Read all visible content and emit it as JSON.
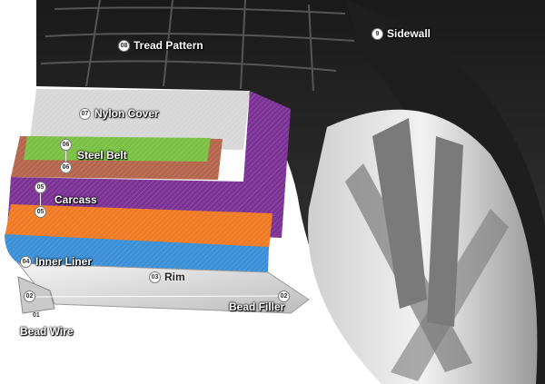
{
  "labels": {
    "tread_pattern": {
      "num": "08",
      "text": "Tread Pattern"
    },
    "sidewall": {
      "num": "9",
      "text": "Sidewall"
    },
    "nylon_cover": {
      "num": "07",
      "text": "Nylon Cover"
    },
    "steel_belt": {
      "num_top": "06",
      "num_bottom": "06",
      "text": "Steel Belt"
    },
    "carcass": {
      "num_top": "05",
      "num_bottom": "05",
      "text": "Carcass"
    },
    "inner_liner": {
      "num": "04",
      "text": "Inner Liner"
    },
    "rim": {
      "num": "03",
      "text": "Rim"
    },
    "bead_filler": {
      "num": "02",
      "text": "Bead Filler"
    },
    "bead_wire": {
      "num_02": "02",
      "num_01": "01",
      "text": "Bead Wire"
    }
  },
  "colors": {
    "tread": "#2b2b2b",
    "nylon_cover": "#d7d7d7",
    "steel_belt_green": "#7ac143",
    "steel_belt_brown": "#b5654b",
    "carcass": "#7b3294",
    "orange_ply": "#f07a24",
    "inner_liner": "#3a8fd6",
    "rim": "#e6e6e6"
  }
}
